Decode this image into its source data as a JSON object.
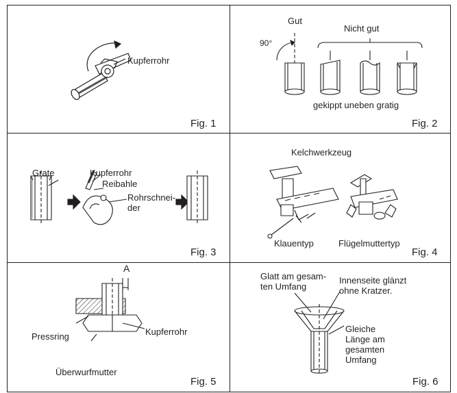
{
  "fig1": {
    "label": "Kupferrohr",
    "caption": "Fig. 1"
  },
  "fig2": {
    "good": "Gut",
    "angle": "90°",
    "not_good": "Nicht gut",
    "faults": "gekippt uneben gratig",
    "caption": "Fig. 2"
  },
  "fig3": {
    "burr": "Grate",
    "copper_pipe": "Kupferrohr",
    "reamer": "Reibahle",
    "pipe_cutter": "Rohrschnei-\nder",
    "caption": "Fig. 3"
  },
  "fig4": {
    "title": "Kelchwerkzeug",
    "clamp_type": "Klauentyp",
    "wing_nut_type": "Flügelmuttertyp",
    "caption": "Fig. 4"
  },
  "fig5": {
    "dimension": "A",
    "copper_pipe": "Kupferrohr",
    "press_ring": "Pressring",
    "flare_nut": "Überwurfmutter",
    "caption": "Fig. 5"
  },
  "fig6": {
    "smooth": "Glatt am gesam-\nten Umfang",
    "inner_side": "Innenseite glänzt\nohne Kratzer.",
    "equal_length": "Gleiche\nLänge am\ngesamten\nUmfang",
    "caption": "Fig. 6"
  }
}
